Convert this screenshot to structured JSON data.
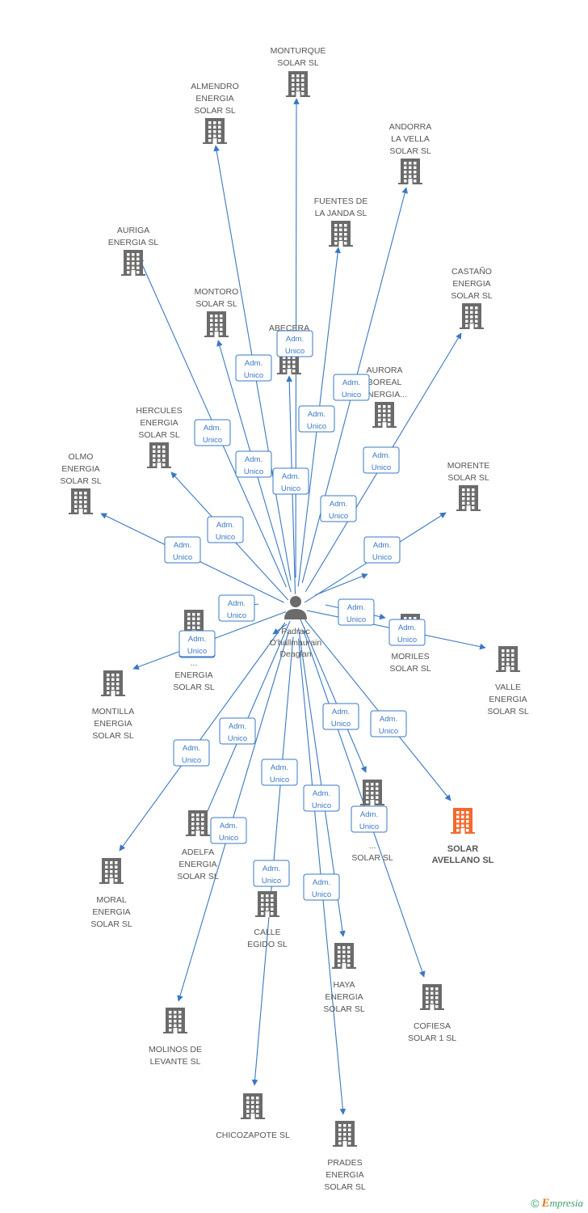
{
  "colors": {
    "edge": "#3a78c3",
    "building": "#6b6b6b",
    "highlight": "#f26a2e",
    "text": "#555555"
  },
  "center": {
    "label_lines": [
      "Padraic",
      "O'hallmaurain",
      "Deaglan"
    ],
    "icon": "person-icon"
  },
  "edge_label_lines": [
    "Adm.",
    "Unico"
  ],
  "companies": [
    {
      "key": "monturque",
      "lines": [
        "MONTURQUE",
        "SOLAR SL"
      ]
    },
    {
      "key": "almendro",
      "lines": [
        "ALMENDRO",
        "ENERGIA",
        "SOLAR SL"
      ]
    },
    {
      "key": "andorra",
      "lines": [
        "ANDORRA",
        "LA VELLA",
        "SOLAR SL"
      ]
    },
    {
      "key": "fuentes",
      "lines": [
        "FUENTES DE",
        "LA JANDA SL"
      ]
    },
    {
      "key": "auriga",
      "lines": [
        "AURIGA",
        "ENERGIA SL"
      ]
    },
    {
      "key": "castano",
      "lines": [
        "CASTAÑO",
        "ENERGIA",
        "SOLAR SL"
      ]
    },
    {
      "key": "montoro",
      "lines": [
        "MONTORO",
        "SOLAR SL"
      ]
    },
    {
      "key": "abecera",
      "lines": [
        "ABECERA",
        "SO..."
      ]
    },
    {
      "key": "aurora",
      "lines": [
        "AURORA",
        "BOREAL",
        "ENERGIA..."
      ]
    },
    {
      "key": "hercules",
      "lines": [
        "HERCULES",
        "ENERGIA",
        "SOLAR SL"
      ]
    },
    {
      "key": "olmo",
      "lines": [
        "OLMO",
        "ENERGIA",
        "SOLAR SL"
      ]
    },
    {
      "key": "morente",
      "lines": [
        "MORENTE",
        "SOLAR SL"
      ]
    },
    {
      "key": "energia-left",
      "lines": [
        "...",
        "ENERGIA",
        "SOLAR SL"
      ]
    },
    {
      "key": "moriles",
      "lines": [
        "MORILES",
        "SOLAR SL"
      ]
    },
    {
      "key": "valle",
      "lines": [
        "VALLE",
        "ENERGIA",
        "SOLAR SL"
      ]
    },
    {
      "key": "montilla",
      "lines": [
        "MONTILLA",
        "ENERGIA",
        "SOLAR SL"
      ]
    },
    {
      "key": "avellano",
      "lines": [
        "SOLAR",
        "AVELLANO SL"
      ],
      "highlight": true
    },
    {
      "key": "solar-mid",
      "lines": [
        "...",
        "SOLAR SL"
      ]
    },
    {
      "key": "adelfa",
      "lines": [
        "ADELFA",
        "ENERGIA",
        "SOLAR SL"
      ]
    },
    {
      "key": "moral",
      "lines": [
        "MORAL",
        "ENERGIA",
        "SOLAR SL"
      ]
    },
    {
      "key": "calle",
      "lines": [
        "CALLE",
        "EGIDO SL"
      ]
    },
    {
      "key": "haya",
      "lines": [
        "HAYA",
        "ENERGIA",
        "SOLAR SL"
      ]
    },
    {
      "key": "cofiesa",
      "lines": [
        "COFIESA",
        "SOLAR 1 SL"
      ]
    },
    {
      "key": "molinos",
      "lines": [
        "MOLINOS DE",
        "LEVANTE SL"
      ]
    },
    {
      "key": "chicozapote",
      "lines": [
        "CHICOZAPOTE SL"
      ]
    },
    {
      "key": "prades",
      "lines": [
        "PRADES",
        "ENERGIA",
        "SOLAR SL"
      ]
    }
  ],
  "footer": {
    "copyright": "©",
    "brand_first": "E",
    "brand_rest": "mpresia"
  }
}
